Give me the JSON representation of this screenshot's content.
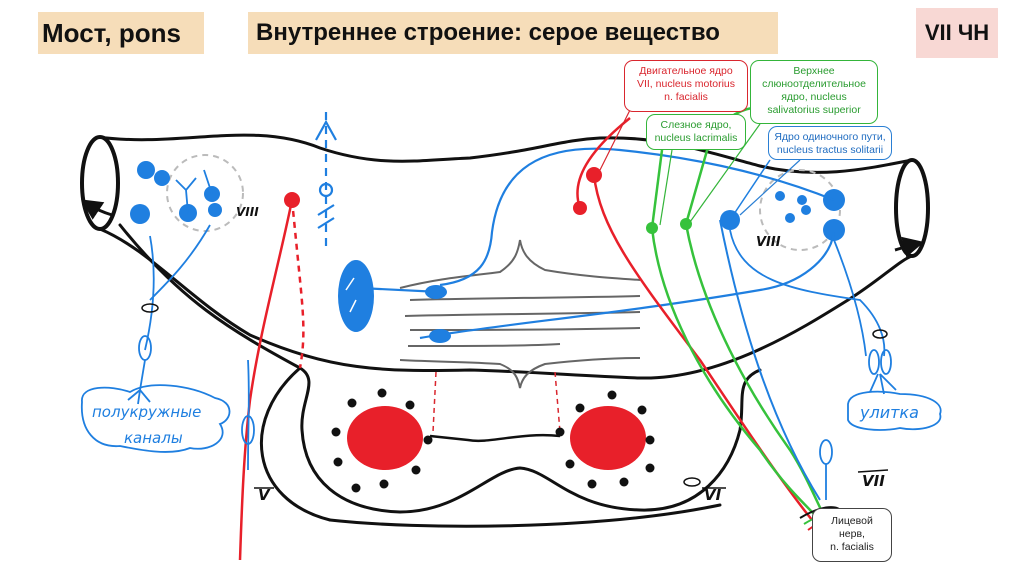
{
  "header": {
    "title_left": "Мост, pons",
    "title_center": "Внутреннее строение: серое вещество",
    "title_right": "VII ЧН"
  },
  "labels": {
    "motor_nucleus": [
      "Двигательное ядро",
      "VII, nucleus motorius",
      "n. facialis"
    ],
    "salivatory_nucleus": [
      "Верхнее",
      "слюноотделительное",
      "ядро, nucleus",
      "salivatorius superior"
    ],
    "lacrimal_nucleus": [
      "Слезное ядро,",
      "nucleus lacrimalis"
    ],
    "solitary_nucleus": [
      "Ядро одиночного пути,",
      "nucleus tractus solitarii"
    ],
    "facial_nerve": [
      "Лицевой",
      "нерв,",
      "n. facialis"
    ]
  },
  "handwritten": {
    "semicircular_canals": [
      "полукружные",
      "каналы"
    ],
    "cochlea": "улитка",
    "nerve_v": "V",
    "nerve_vi": "VI",
    "nerve_vii": "VII",
    "nerve_viii_left": "VIII",
    "nerve_viii_right": "VIII"
  },
  "colors": {
    "header_bg": "#f6ddb9",
    "badge_bg": "#f8d8d4",
    "motor": "#e8202a",
    "parasympathetic": "#36c23c",
    "sensory": "#1f7fe0",
    "outline": "#111111"
  }
}
